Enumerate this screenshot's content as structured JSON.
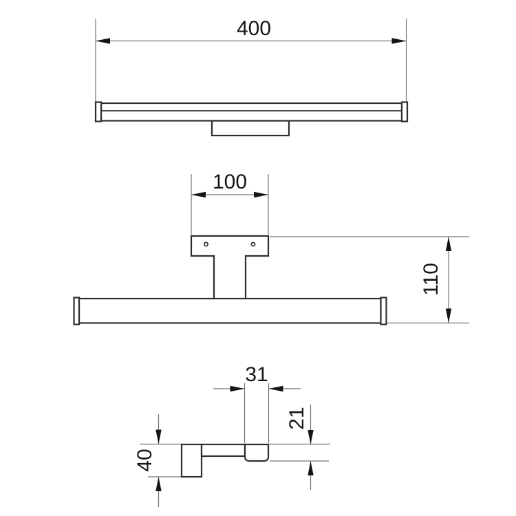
{
  "drawing": {
    "type": "technical-drawing",
    "subject": "wall-mounted bar light fixture, three orthographic views",
    "views": {
      "top": {
        "name": "top-view"
      },
      "front": {
        "name": "front-view"
      },
      "side": {
        "name": "side-profile-view"
      }
    }
  },
  "dimensions": {
    "overall_width": "400",
    "mount_bracket_width": "100",
    "overall_depth": "110",
    "lamp_profile_width": "31",
    "lamp_profile_thickness": "21",
    "mount_plate_height": "40"
  },
  "colors": {
    "background": "#ffffff",
    "part_outline": "#2e2e2e",
    "dimension_lines": "#747474",
    "arrows_and_text": "#151515"
  }
}
